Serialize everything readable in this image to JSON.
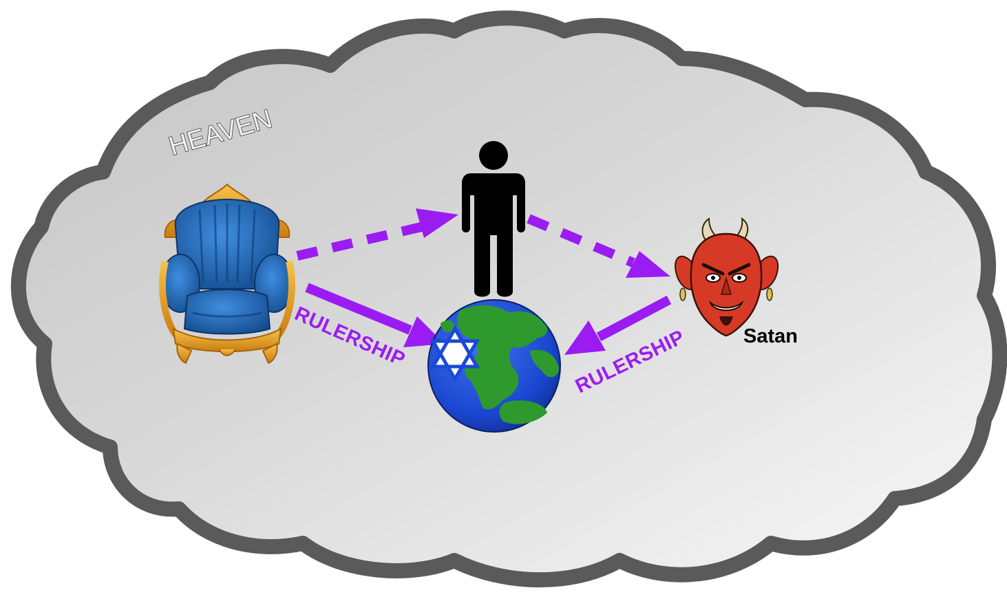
{
  "diagram": {
    "heaven_label": "HEAVEN",
    "satan_label": "Satan",
    "rulership_left_label": "RULERSHIP",
    "rulership_right_label": "RULERSHIP"
  },
  "icons": {
    "cloud": "cloud-shape",
    "throne": "throne-icon",
    "person": "person-icon",
    "devil": "devil-face-icon",
    "globe": "earth-globe-icon",
    "star": "star-of-david-icon"
  },
  "colors": {
    "arrow": "#9b1cf2",
    "cloud_outline": "#5c5c5c",
    "cloud_fill_light": "#f7f7f7",
    "cloud_fill_dark": "#c9c9c9",
    "throne_blue": "#1d63b5",
    "throne_gold": "#e39a16",
    "ocean_blue": "#1b49d6",
    "land_green": "#2e9a2e",
    "devil_red": "#d63a26"
  }
}
